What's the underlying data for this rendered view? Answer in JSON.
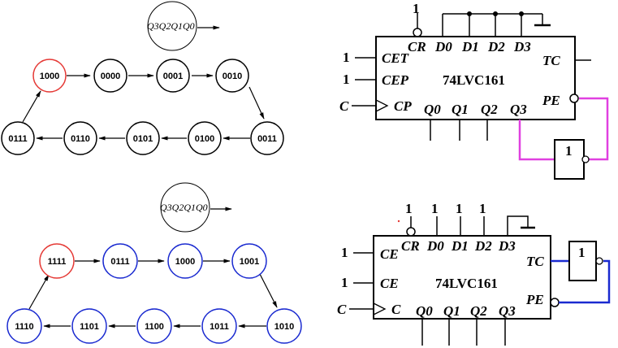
{
  "diagram1": {
    "header": "Q3Q2Q1Q0",
    "states": [
      "1000",
      "0000",
      "0001",
      "0010",
      "0011",
      "0100",
      "0101",
      "0110",
      "0111"
    ],
    "colors": {
      "highlight": "#e53935",
      "node": "#000000"
    }
  },
  "diagram2": {
    "header": "Q3Q2Q1Q0",
    "states": [
      "1111",
      "0111",
      "1000",
      "1001",
      "1010",
      "1011",
      "1100",
      "1101",
      "1110"
    ],
    "colors": {
      "highlight": "#e53935",
      "node": "#1a2ad0"
    }
  },
  "circuit1": {
    "chip": "74LVC161",
    "top_input": "1",
    "inputs": [
      "1",
      "1",
      "C"
    ],
    "left_pins": [
      "CET",
      "CEP",
      "CP"
    ],
    "top_pins": [
      "CR",
      "D0",
      "D1",
      "D2",
      "D3"
    ],
    "bottom_pins": [
      "Q0",
      "Q1",
      "Q2",
      "Q3"
    ],
    "right_pins": [
      "TC",
      "PE"
    ],
    "gate_label": "1",
    "wire_color": "#e040e0"
  },
  "circuit2": {
    "chip": "74LVC161",
    "top_inputs": [
      "1",
      "1",
      "1",
      "1"
    ],
    "inputs": [
      "1",
      "1",
      "C"
    ],
    "left_pins": [
      "CE",
      "CE",
      "C"
    ],
    "top_pins": [
      "CR",
      "D0",
      "D1",
      "D2",
      "D3"
    ],
    "bottom_pins": [
      "Q0",
      "Q1",
      "Q2",
      "Q3"
    ],
    "right_pins": [
      "TC",
      "PE"
    ],
    "gate_label": "1",
    "wire_color": "#1a2ad0"
  }
}
